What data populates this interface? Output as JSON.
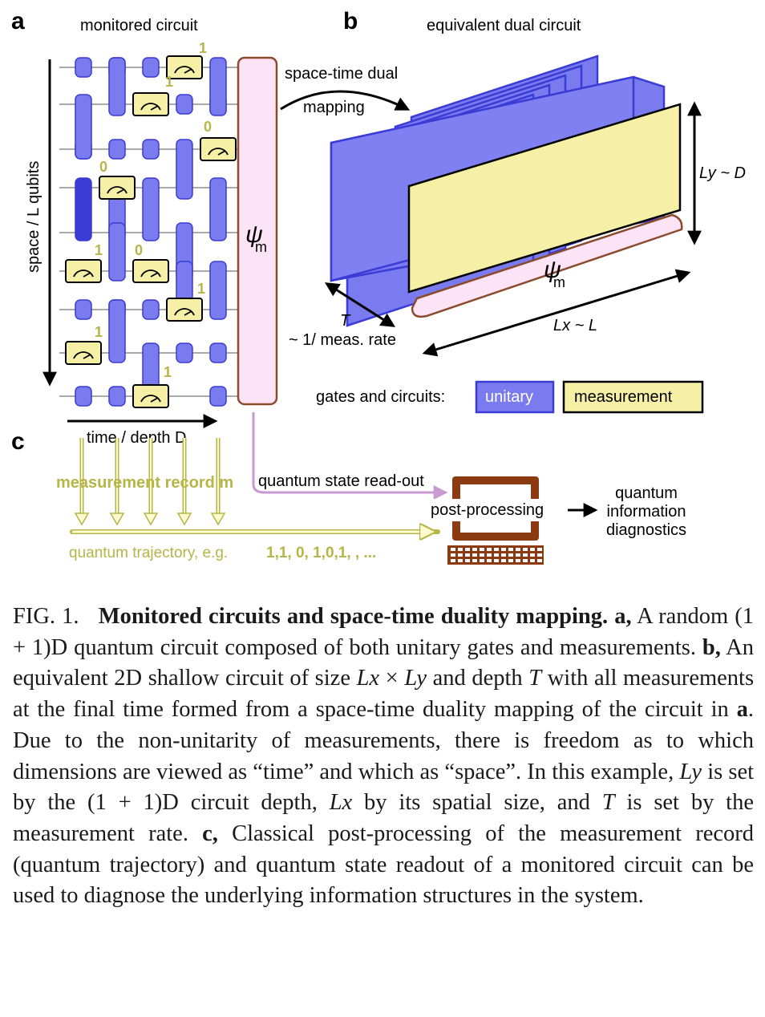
{
  "panel_a": {
    "label": "a",
    "title": "monitored circuit",
    "space_axis": "space / L qubits",
    "time_axis": "time / depth D",
    "state": "ψ",
    "state_sub": "m",
    "outcomes": [
      "1",
      "1",
      "0",
      "0",
      "1",
      "0",
      "1",
      "1",
      "1"
    ]
  },
  "panel_b": {
    "label": "b",
    "title": "equivalent dual circuit",
    "mapping_line1": "space-time dual",
    "mapping_line2": "mapping",
    "ly": "Ly ~ D",
    "lx": "Lx ~ L",
    "t": "T",
    "t_note": "~ 1/ meas. rate",
    "state": "ψ",
    "state_sub": "m",
    "legend_title": "gates and circuits:",
    "legend_unitary": "unitary",
    "legend_measurement": "measurement"
  },
  "panel_c": {
    "label": "c",
    "record": "measurement record m",
    "readout": "quantum state read-out",
    "post": "post-processing",
    "diag1": "quantum",
    "diag2": "information",
    "diag3": "diagnostics",
    "trajectory_prefix": "quantum trajectory, e.g.",
    "trajectory_values": "1,1,  0,  1,0,1,  , ..."
  },
  "colors": {
    "unitary": "#7b7bf0",
    "unitary_dark": "#3b3bd6",
    "measurement": "#f5f0a5",
    "state_fill": "#fce4f6",
    "state_border": "#8b4a2b",
    "olive": "#b5b548",
    "computer": "#8b3a12",
    "readout_arrow": "#c79ad0"
  },
  "caption": {
    "fig": "FIG. 1.",
    "title": "Monitored circuits and space-time duality mapping.",
    "a_label": "a,",
    "a_text": "A random (1 + 1)D quantum circuit composed of both unitary gates and measurements.",
    "b_label": "b,",
    "b_text1": "An equivalent 2D shallow circuit of size",
    "lx": "Lx",
    "times": "×",
    "ly": "Ly",
    "b_text2": "and depth",
    "t": "T",
    "b_text3": "with all measurements at the final time formed from a space-time duality mapping of the circuit in",
    "ref_a": "a",
    "b_text4": ". Due to the non-unitarity of measurements, there is freedom as to which dimensions are viewed as “time” and which as “space”. In this example,",
    "b_text5": "is set by the (1 + 1)D circuit depth,",
    "b_text6": "by its spatial size, and",
    "b_text7": "is set by the measurement rate.",
    "c_label": "c,",
    "c_text": "Classical post-processing of the measurement record (quantum trajectory) and quantum state readout of a monitored circuit can be used to diagnose the underlying information structures in the system."
  }
}
